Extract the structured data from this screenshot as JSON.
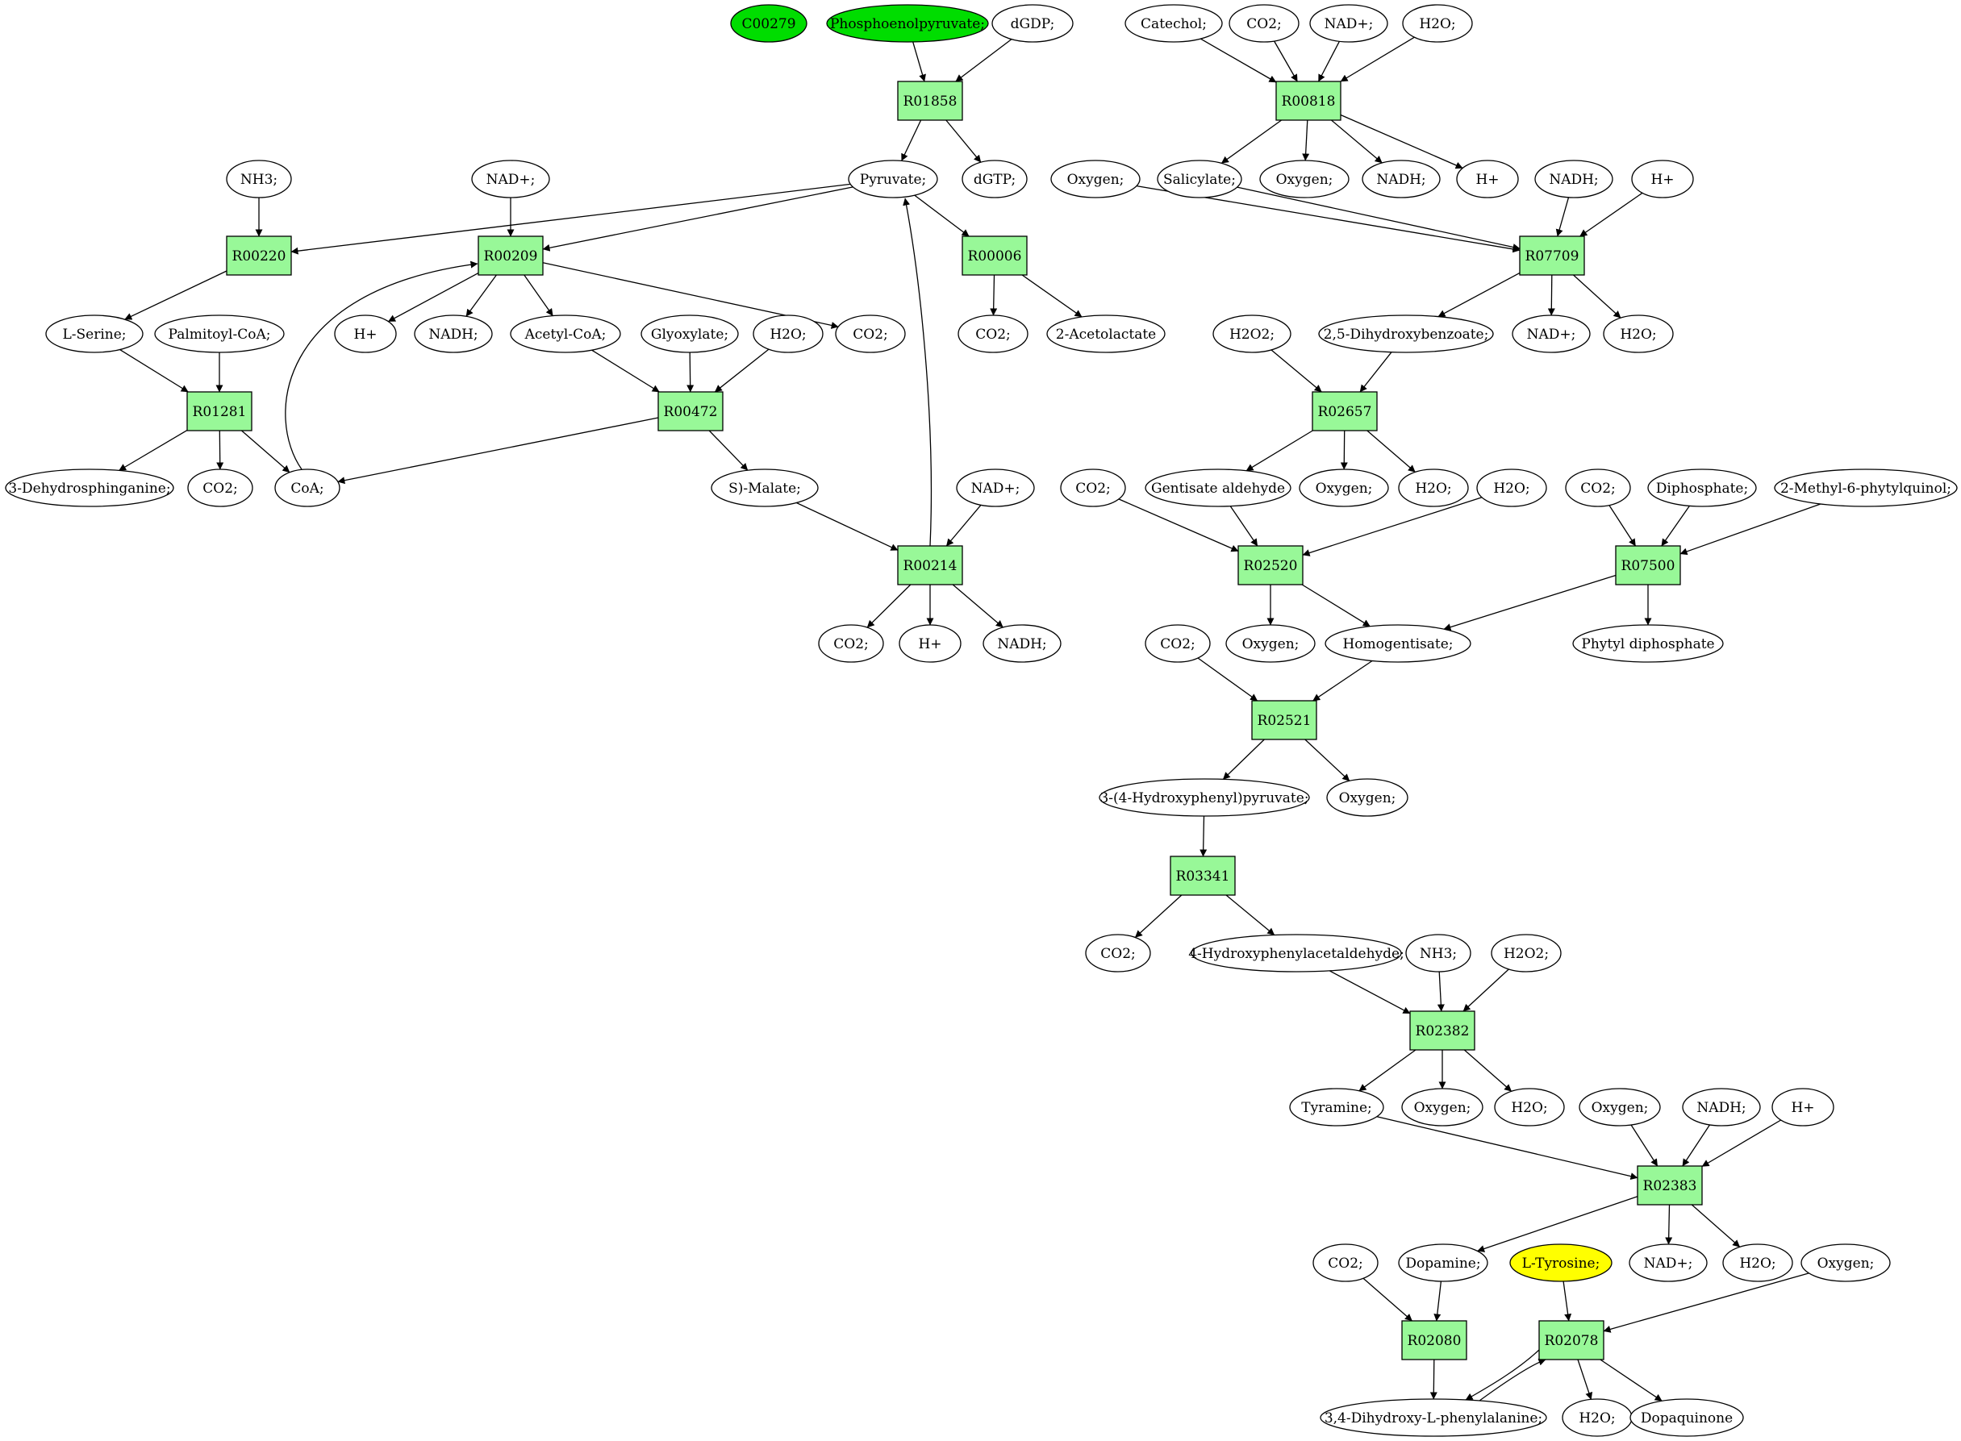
{
  "colors": {
    "compound_fill": "#ffffff",
    "start_fill": "#00dd00",
    "target_fill": "#ffff00",
    "reaction_fill": "#98f898"
  },
  "diagram": {
    "compounds": [
      {
        "id": "c01",
        "label": "C00279",
        "style": "start"
      },
      {
        "id": "c02",
        "label": "Phosphoenolpyruvate;",
        "style": "start"
      },
      {
        "id": "c03",
        "label": "dGDP;"
      },
      {
        "id": "c04",
        "label": "Catechol;"
      },
      {
        "id": "c05",
        "label": "CO2;"
      },
      {
        "id": "c06",
        "label": "NAD+;"
      },
      {
        "id": "c07",
        "label": "H2O;"
      },
      {
        "id": "c08",
        "label": "NH3;"
      },
      {
        "id": "c09",
        "label": "NAD+;"
      },
      {
        "id": "c10",
        "label": "Pyruvate;"
      },
      {
        "id": "c11",
        "label": "dGTP;"
      },
      {
        "id": "c12",
        "label": "Oxygen;"
      },
      {
        "id": "c13",
        "label": "Salicylate;"
      },
      {
        "id": "c14",
        "label": "Oxygen;"
      },
      {
        "id": "c15",
        "label": "NADH;"
      },
      {
        "id": "c16",
        "label": "H+"
      },
      {
        "id": "c17",
        "label": "NADH;"
      },
      {
        "id": "c18",
        "label": "H+"
      },
      {
        "id": "c19",
        "label": "L-Serine;"
      },
      {
        "id": "c20",
        "label": "Palmitoyl-CoA;"
      },
      {
        "id": "c21",
        "label": "H+"
      },
      {
        "id": "c22",
        "label": "NADH;"
      },
      {
        "id": "c23",
        "label": "Acetyl-CoA;"
      },
      {
        "id": "c24",
        "label": "Glyoxylate;"
      },
      {
        "id": "c25",
        "label": "H2O;"
      },
      {
        "id": "c26",
        "label": "CO2;"
      },
      {
        "id": "c27",
        "label": "CO2;"
      },
      {
        "id": "c28",
        "label": "2-Acetolactate"
      },
      {
        "id": "c29",
        "label": "H2O2;"
      },
      {
        "id": "c30",
        "label": "2,5-Dihydroxybenzoate;"
      },
      {
        "id": "c31",
        "label": "NAD+;"
      },
      {
        "id": "c32",
        "label": "H2O;"
      },
      {
        "id": "c33",
        "label": "3-Dehydrosphinganine;"
      },
      {
        "id": "c34",
        "label": "CO2;"
      },
      {
        "id": "c35",
        "label": "CoA;"
      },
      {
        "id": "c36",
        "label": "S)-Malate;"
      },
      {
        "id": "c37",
        "label": "NAD+;"
      },
      {
        "id": "c38",
        "label": "CO2;"
      },
      {
        "id": "c39",
        "label": "Gentisate aldehyde"
      },
      {
        "id": "c40",
        "label": "Oxygen;"
      },
      {
        "id": "c41",
        "label": "H2O;"
      },
      {
        "id": "c42",
        "label": "H2O;"
      },
      {
        "id": "c43",
        "label": "CO2;"
      },
      {
        "id": "c44",
        "label": "Diphosphate;"
      },
      {
        "id": "c45",
        "label": "2-Methyl-6-phytylquinol;"
      },
      {
        "id": "c46",
        "label": "CO2;"
      },
      {
        "id": "c47",
        "label": "H+"
      },
      {
        "id": "c48",
        "label": "NADH;"
      },
      {
        "id": "c49",
        "label": "CO2;"
      },
      {
        "id": "c50",
        "label": "Oxygen;"
      },
      {
        "id": "c51",
        "label": "Homogentisate;"
      },
      {
        "id": "c52",
        "label": "Phytyl diphosphate"
      },
      {
        "id": "c53",
        "label": "3-(4-Hydroxyphenyl)pyruvate;"
      },
      {
        "id": "c54",
        "label": "Oxygen;"
      },
      {
        "id": "c55",
        "label": "CO2;"
      },
      {
        "id": "c56",
        "label": "4-Hydroxyphenylacetaldehyde;"
      },
      {
        "id": "c57",
        "label": "NH3;"
      },
      {
        "id": "c58",
        "label": "H2O2;"
      },
      {
        "id": "c59",
        "label": "Tyramine;"
      },
      {
        "id": "c60",
        "label": "Oxygen;"
      },
      {
        "id": "c61",
        "label": "H2O;"
      },
      {
        "id": "c62",
        "label": "Oxygen;"
      },
      {
        "id": "c63",
        "label": "NADH;"
      },
      {
        "id": "c64",
        "label": "H+"
      },
      {
        "id": "c65",
        "label": "CO2;"
      },
      {
        "id": "c66",
        "label": "Dopamine;"
      },
      {
        "id": "c67",
        "label": "L-Tyrosine;",
        "style": "target"
      },
      {
        "id": "c68",
        "label": "NAD+;"
      },
      {
        "id": "c69",
        "label": "H2O;"
      },
      {
        "id": "c70",
        "label": "Oxygen;"
      },
      {
        "id": "c71",
        "label": "3,4-Dihydroxy-L-phenylalanine;"
      },
      {
        "id": "c72",
        "label": "H2O;"
      },
      {
        "id": "c73",
        "label": "Dopaquinone"
      }
    ],
    "reactions": [
      {
        "id": "r01",
        "label": "R01858"
      },
      {
        "id": "r02",
        "label": "R00818"
      },
      {
        "id": "r03",
        "label": "R00220"
      },
      {
        "id": "r04",
        "label": "R00209"
      },
      {
        "id": "r05",
        "label": "R00006"
      },
      {
        "id": "r06",
        "label": "R07709"
      },
      {
        "id": "r07",
        "label": "R01281"
      },
      {
        "id": "r08",
        "label": "R00472"
      },
      {
        "id": "r09",
        "label": "R02657"
      },
      {
        "id": "r10",
        "label": "R00214"
      },
      {
        "id": "r11",
        "label": "R02520"
      },
      {
        "id": "r12",
        "label": "R07500"
      },
      {
        "id": "r13",
        "label": "R02521"
      },
      {
        "id": "r14",
        "label": "R03341"
      },
      {
        "id": "r15",
        "label": "R02382"
      },
      {
        "id": "r16",
        "label": "R02383"
      },
      {
        "id": "r17",
        "label": "R02080"
      },
      {
        "id": "r18",
        "label": "R02078"
      }
    ],
    "edges": [
      [
        "c02",
        "r01"
      ],
      [
        "c03",
        "r01"
      ],
      [
        "r01",
        "c10"
      ],
      [
        "r01",
        "c11"
      ],
      [
        "c04",
        "r02"
      ],
      [
        "c05",
        "r02"
      ],
      [
        "c06",
        "r02"
      ],
      [
        "c07",
        "r02"
      ],
      [
        "r02",
        "c13"
      ],
      [
        "r02",
        "c14"
      ],
      [
        "r02",
        "c15"
      ],
      [
        "r02",
        "c16"
      ],
      [
        "c08",
        "r03"
      ],
      [
        "c10",
        "r03"
      ],
      [
        "r03",
        "c19"
      ],
      [
        "c09",
        "r04"
      ],
      [
        "c10",
        "r04"
      ],
      [
        "c35",
        "r04"
      ],
      [
        "r04",
        "c21"
      ],
      [
        "r04",
        "c22"
      ],
      [
        "r04",
        "c23"
      ],
      [
        "r04",
        "c26"
      ],
      [
        "c10",
        "r05"
      ],
      [
        "r05",
        "c27"
      ],
      [
        "r05",
        "c28"
      ],
      [
        "c12",
        "r06"
      ],
      [
        "c13",
        "r06"
      ],
      [
        "c17",
        "r06"
      ],
      [
        "c18",
        "r06"
      ],
      [
        "r06",
        "c30"
      ],
      [
        "r06",
        "c31"
      ],
      [
        "r06",
        "c32"
      ],
      [
        "c19",
        "r07"
      ],
      [
        "c20",
        "r07"
      ],
      [
        "r07",
        "c33"
      ],
      [
        "r07",
        "c34"
      ],
      [
        "r07",
        "c35"
      ],
      [
        "c23",
        "r08"
      ],
      [
        "c24",
        "r08"
      ],
      [
        "c25",
        "r08"
      ],
      [
        "r08",
        "c35"
      ],
      [
        "r08",
        "c36"
      ],
      [
        "c29",
        "r09"
      ],
      [
        "c30",
        "r09"
      ],
      [
        "r09",
        "c39"
      ],
      [
        "r09",
        "c40"
      ],
      [
        "r09",
        "c41"
      ],
      [
        "c36",
        "r10"
      ],
      [
        "c37",
        "r10"
      ],
      [
        "r10",
        "c10"
      ],
      [
        "r10",
        "c46"
      ],
      [
        "r10",
        "c47"
      ],
      [
        "r10",
        "c48"
      ],
      [
        "c38",
        "r11"
      ],
      [
        "c39",
        "r11"
      ],
      [
        "c42",
        "r11"
      ],
      [
        "r11",
        "c50"
      ],
      [
        "r11",
        "c51"
      ],
      [
        "c43",
        "r12"
      ],
      [
        "c44",
        "r12"
      ],
      [
        "c45",
        "r12"
      ],
      [
        "r12",
        "c51"
      ],
      [
        "r12",
        "c52"
      ],
      [
        "c49",
        "r13"
      ],
      [
        "c51",
        "r13"
      ],
      [
        "r13",
        "c53"
      ],
      [
        "r13",
        "c54"
      ],
      [
        "c53",
        "r14"
      ],
      [
        "r14",
        "c55"
      ],
      [
        "r14",
        "c56"
      ],
      [
        "c56",
        "r15"
      ],
      [
        "c57",
        "r15"
      ],
      [
        "c58",
        "r15"
      ],
      [
        "r15",
        "c59"
      ],
      [
        "r15",
        "c60"
      ],
      [
        "r15",
        "c61"
      ],
      [
        "c59",
        "r16"
      ],
      [
        "c62",
        "r16"
      ],
      [
        "c63",
        "r16"
      ],
      [
        "c64",
        "r16"
      ],
      [
        "r16",
        "c66"
      ],
      [
        "r16",
        "c68"
      ],
      [
        "r16",
        "c69"
      ],
      [
        "c65",
        "r17"
      ],
      [
        "c66",
        "r17"
      ],
      [
        "r17",
        "c71"
      ],
      [
        "c67",
        "r18"
      ],
      [
        "c70",
        "r18"
      ],
      [
        "c71",
        "r18"
      ],
      [
        "r18",
        "c71"
      ],
      [
        "r18",
        "c72"
      ],
      [
        "r18",
        "c73"
      ]
    ]
  }
}
